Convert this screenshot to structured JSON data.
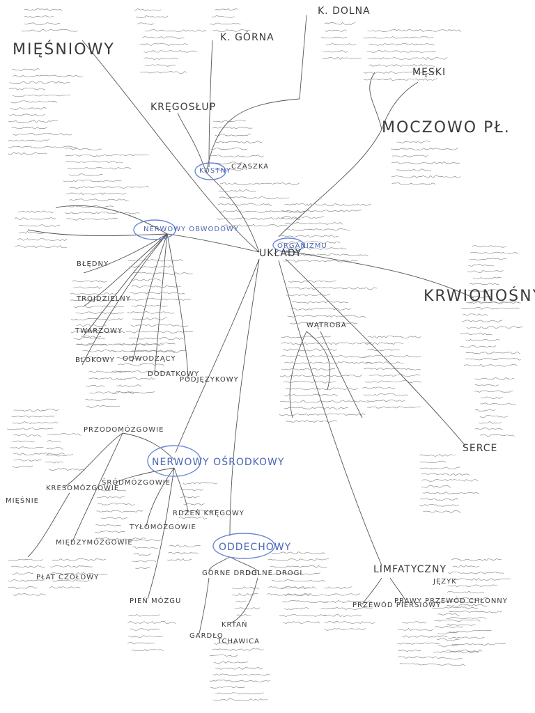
{
  "nodes": {
    "center": "UKŁADY",
    "center_sub": "ORGANIZMU",
    "miesniowy": "MIĘŚNIOWY",
    "kregoslup": "KRĘGOSŁUP",
    "k_gorna": "K. GÓRNA",
    "k_dolna": "K. DOLNA",
    "kostny": "KOSTNY",
    "czaszka": "CZASZKA",
    "moczowo": "MOCZOWO PŁ.",
    "meski": "MĘSKI",
    "nerwowy_obwodowy": "NERWOWY OBWODOWY",
    "krwionosny": "KRWIONOŚNY",
    "serce": "SERCE",
    "watroba": "WĄTROBA",
    "nerwowy_osrodkowy": "NERWOWY OŚRODKOWY",
    "przedni_kora": "PRZODOMÓZGOWIE",
    "kresomozgowie": "KRESOMÓZGOWIE",
    "miedzymozgowie": "MIĘDZYMÓZGOWIE",
    "rdzen": "RDZEŃ KRĘGOWY",
    "tylomozgowie": "TYŁOMÓZGOWIE",
    "srodmozgowie": "ŚRÓDMÓZGOWIE",
    "oddechowy": "ODDECHOWY",
    "gorne_drogi": "GÓRNE DROGI",
    "dolne_drogi": "DOLNE DROGI",
    "limfatyczny": "LIMFATYCZNY",
    "przewod_piersiowy": "PRZEWÓD PIERSIOWY",
    "prawy_przewod": "PRAWY PRZEWÓD CHŁONNY",
    "miesnie": "MIĘŚNIE",
    "blednie": "BŁĘDNY",
    "trojdzielny": "TRÓJDZIELNY",
    "dodatkowy": "DODATKOWY",
    "podjezykowy": "PODJĘZYKOWY",
    "twarzowy": "TWARZOWY",
    "blokowy": "BLOKOWY",
    "odwodzacy": "ODWODZĄCY",
    "pien_mozgu": "PIEŃ MÓZGU",
    "tchawica": "TCHAWICA",
    "krtan": "KRTAŃ",
    "gardlo": "GARDŁO",
    "jezyk": "JĘZYK",
    "plat_czolowy": "PŁAT CZOŁOWY"
  },
  "colors": {
    "ink": "#3a3a3a",
    "highlight": "#4a66b8"
  }
}
